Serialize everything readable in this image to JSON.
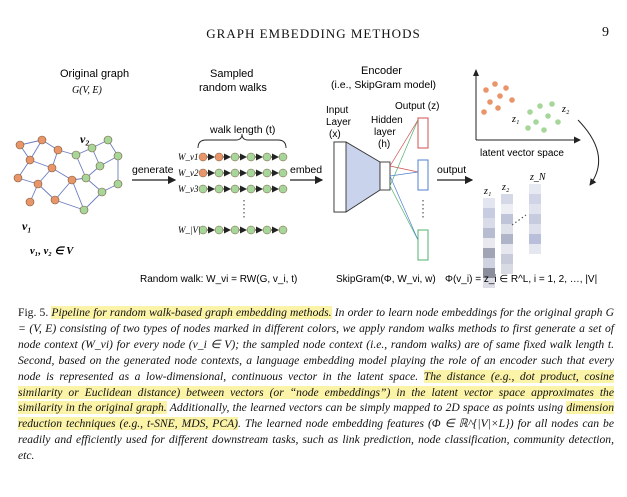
{
  "header": {
    "title": "GRAPH EMBEDDING METHODS",
    "page_number": "9"
  },
  "figure": {
    "original_graph_title": "Original graph",
    "original_graph_sub": "G(V, E)",
    "v2_label": "v₂",
    "v1_label": "v₁",
    "nodes_label": "v₁, v₂ ∈ V",
    "generate_label": "generate",
    "walks_title_1": "Sampled",
    "walks_title_2": "random walks",
    "walk_length_label": "walk length (t)",
    "walk_rows": [
      "W_v1",
      "W_v2",
      "W_v3",
      "W_|V|"
    ],
    "random_walk_formula": "Random walk: W_vi = RW(G, v_i, t)",
    "embed_label": "embed",
    "encoder_title_1": "Encoder",
    "encoder_title_2": "(i.e., SkipGram model)",
    "input_layer_1": "Input",
    "input_layer_2": "Layer",
    "input_layer_3": "(x)",
    "hidden_layer_1": "Hidden",
    "hidden_layer_2": "layer",
    "hidden_layer_3": "(h)",
    "output_z": "Output (z)",
    "skipgram_formula": "SkipGram(Φ, W_vi, w)",
    "output_label": "output",
    "z1": "z₁",
    "z2": "z₂",
    "zN": "z_N",
    "latent_label": "latent vector space",
    "phi_formula": "Φ(v_i) = z_i ∈ R^L, i = 1, 2, …, |V|"
  },
  "caption": {
    "label": "Fig. 5.",
    "hl1": "Pipeline for random walk-based graph embedding methods.",
    "t1": " In order to learn node embeddings for the original graph G = (V, E) consisting of two types of nodes marked in different colors, we apply random walks methods to first generate a set of node context (W_vi) for every node (v_i ∈ V); the sampled node context (i.e., random walks) are of same fixed walk length t. Second, based on the generated node contexts, a language embedding model playing the role of an encoder such that every node is represented as a low-dimensional, continuous vector in the latent space. ",
    "hl2": "The distance (e.g., dot product, cosine similarity or Euclidean distance) between vectors (or “node embeddings”) in the latent vector space approximates the similarity in the original graph.",
    "t2": " Additionally, the learned vectors can be simply mapped to 2D space as points using ",
    "hl3": "dimension reduction techniques (e.g., t-SNE, MDS, PCA)",
    "t3": ". The learned node embedding features (Φ ∈ ℝ^{|V|×L}) for all nodes can be readily and efficiently used for different downstream tasks, such as link prediction, node classification, community detection, etc."
  },
  "colors": {
    "orange_node": "#e9956a",
    "green_node": "#a7d69a",
    "highlight": "#fbf3a8",
    "encoder_fill": "#c9d3ec"
  }
}
